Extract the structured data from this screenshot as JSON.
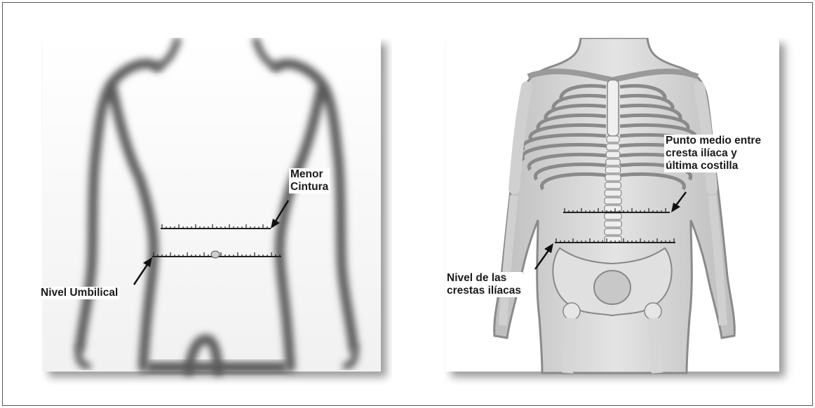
{
  "panels": [
    {
      "id": "exterior",
      "labels": {
        "menor_cintura": [
          "Menor",
          "Cintura"
        ],
        "nivel_umbilical": [
          "Nivel Umbilical"
        ]
      }
    },
    {
      "id": "esqueleto",
      "labels": {
        "punto_medio": [
          "Punto medio entre",
          "cresta ilíaca y",
          "última costilla"
        ],
        "nivel_crestas": [
          "Nivel de las",
          "crestas ilíacas"
        ]
      }
    }
  ],
  "colors": {
    "frame_border": "#555555",
    "panel_shadow": "#9a9a9a",
    "body_outline": "#5a5a5a",
    "bone_fill": "#d9d9d9",
    "tape": "#222222"
  }
}
